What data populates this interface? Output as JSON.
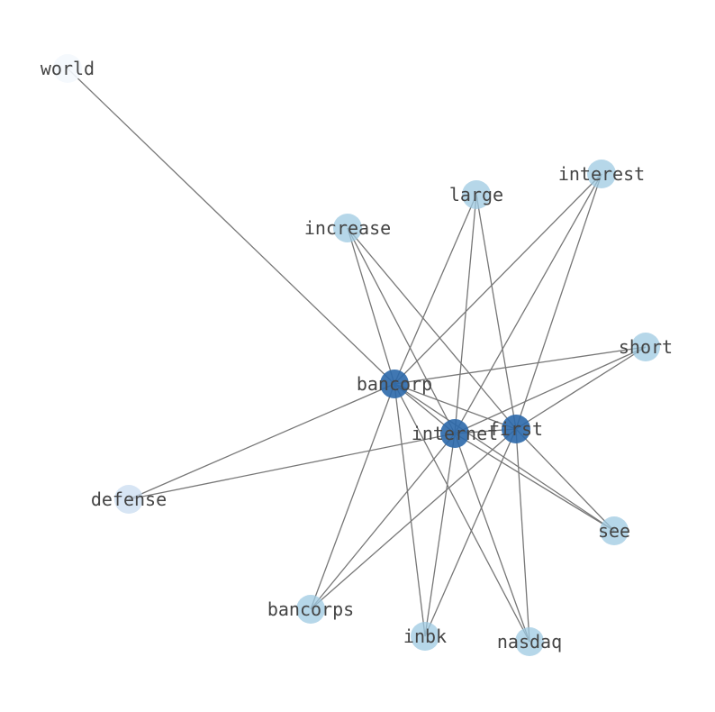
{
  "graph": {
    "nodes": [
      {
        "id": "world",
        "label": "world",
        "color": "#f4f8fd",
        "opacity": 0.9
      },
      {
        "id": "interest",
        "label": "interest",
        "color": "#9ecae1",
        "opacity": 0.75
      },
      {
        "id": "large",
        "label": "large",
        "color": "#9ecae1",
        "opacity": 0.75
      },
      {
        "id": "increase",
        "label": "increase",
        "color": "#9ecae1",
        "opacity": 0.75
      },
      {
        "id": "short",
        "label": "short",
        "color": "#9ecae1",
        "opacity": 0.75
      },
      {
        "id": "bancorp",
        "label": "bancorp",
        "color": "#2b68aa",
        "opacity": 0.9
      },
      {
        "id": "internet",
        "label": "internet",
        "color": "#2b68aa",
        "opacity": 0.9
      },
      {
        "id": "first",
        "label": "first",
        "color": "#2b68aa",
        "opacity": 0.9
      },
      {
        "id": "defense",
        "label": "defense",
        "color": "#c9dcf0",
        "opacity": 0.75
      },
      {
        "id": "see",
        "label": "see",
        "color": "#9ecae1",
        "opacity": 0.75
      },
      {
        "id": "bancorps",
        "label": "bancorps",
        "color": "#9ecae1",
        "opacity": 0.75
      },
      {
        "id": "inbk",
        "label": "inbk",
        "color": "#9ecae1",
        "opacity": 0.75
      },
      {
        "id": "nasdaq",
        "label": "nasdaq",
        "color": "#9ecae1",
        "opacity": 0.75
      }
    ],
    "edges": [
      [
        "world",
        "bancorp"
      ],
      [
        "bancorp",
        "interest"
      ],
      [
        "bancorp",
        "large"
      ],
      [
        "bancorp",
        "increase"
      ],
      [
        "bancorp",
        "short"
      ],
      [
        "bancorp",
        "internet"
      ],
      [
        "bancorp",
        "first"
      ],
      [
        "bancorp",
        "defense"
      ],
      [
        "bancorp",
        "see"
      ],
      [
        "bancorp",
        "bancorps"
      ],
      [
        "bancorp",
        "inbk"
      ],
      [
        "bancorp",
        "nasdaq"
      ],
      [
        "internet",
        "interest"
      ],
      [
        "internet",
        "large"
      ],
      [
        "internet",
        "increase"
      ],
      [
        "internet",
        "short"
      ],
      [
        "internet",
        "first"
      ],
      [
        "internet",
        "defense"
      ],
      [
        "internet",
        "see"
      ],
      [
        "internet",
        "bancorps"
      ],
      [
        "internet",
        "inbk"
      ],
      [
        "internet",
        "nasdaq"
      ],
      [
        "first",
        "interest"
      ],
      [
        "first",
        "large"
      ],
      [
        "first",
        "increase"
      ],
      [
        "first",
        "short"
      ],
      [
        "first",
        "see"
      ],
      [
        "first",
        "bancorps"
      ],
      [
        "first",
        "inbk"
      ],
      [
        "first",
        "nasdaq"
      ]
    ]
  }
}
